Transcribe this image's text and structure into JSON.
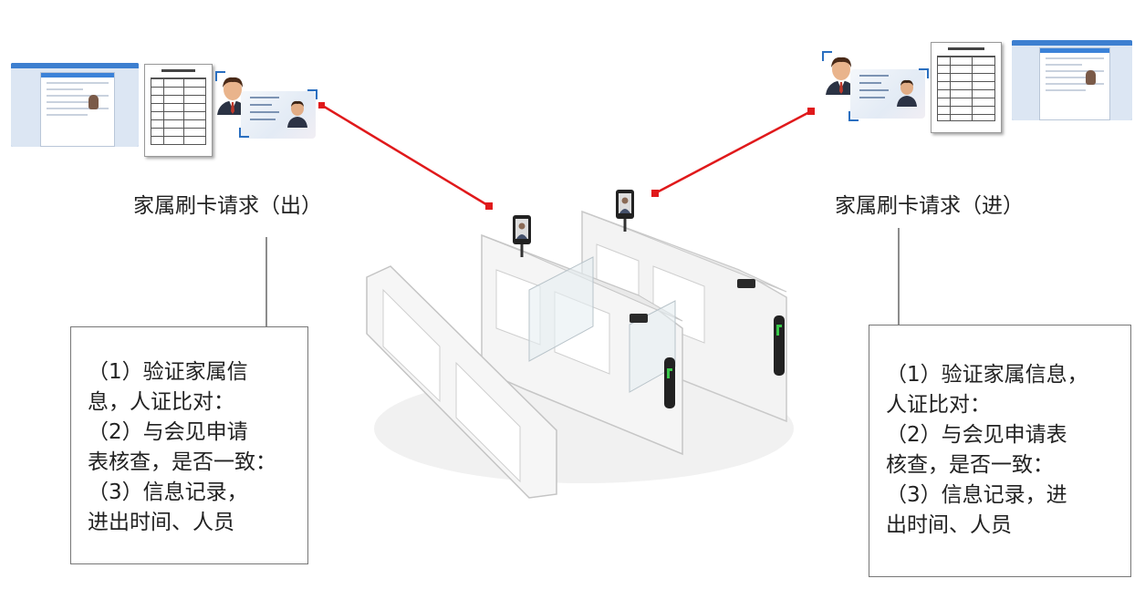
{
  "left_station": {
    "caption": "家属刷卡请求（出）",
    "checklist": [
      "（1）验证家属信",
      "息，人证比对：",
      "（2）与会见申请",
      "表核查，是否一致：",
      "（3）信息记录，",
      "进出时间、人员"
    ]
  },
  "right_station": {
    "caption": "家属刷卡请求（进）",
    "checklist": [
      "（1）验证家属信息，",
      "人证比对：",
      "（2）与会见申请表",
      "核查，是否一致：",
      "（3）信息记录，进",
      "出时间、人员"
    ]
  },
  "colors": {
    "connector_red": "#e0191b",
    "box_border": "#777777",
    "gate_white": "#f2f2f2",
    "indicator_green": "#39c84a"
  },
  "icons": {
    "system_screen": "screen-thumbnail-icon",
    "application_form": "document-icon",
    "person_avatar": "user-avatar-icon",
    "id_card": "id-card-icon",
    "turnstile": "speed-gate-icon",
    "face_terminal": "face-recognition-terminal-icon"
  }
}
